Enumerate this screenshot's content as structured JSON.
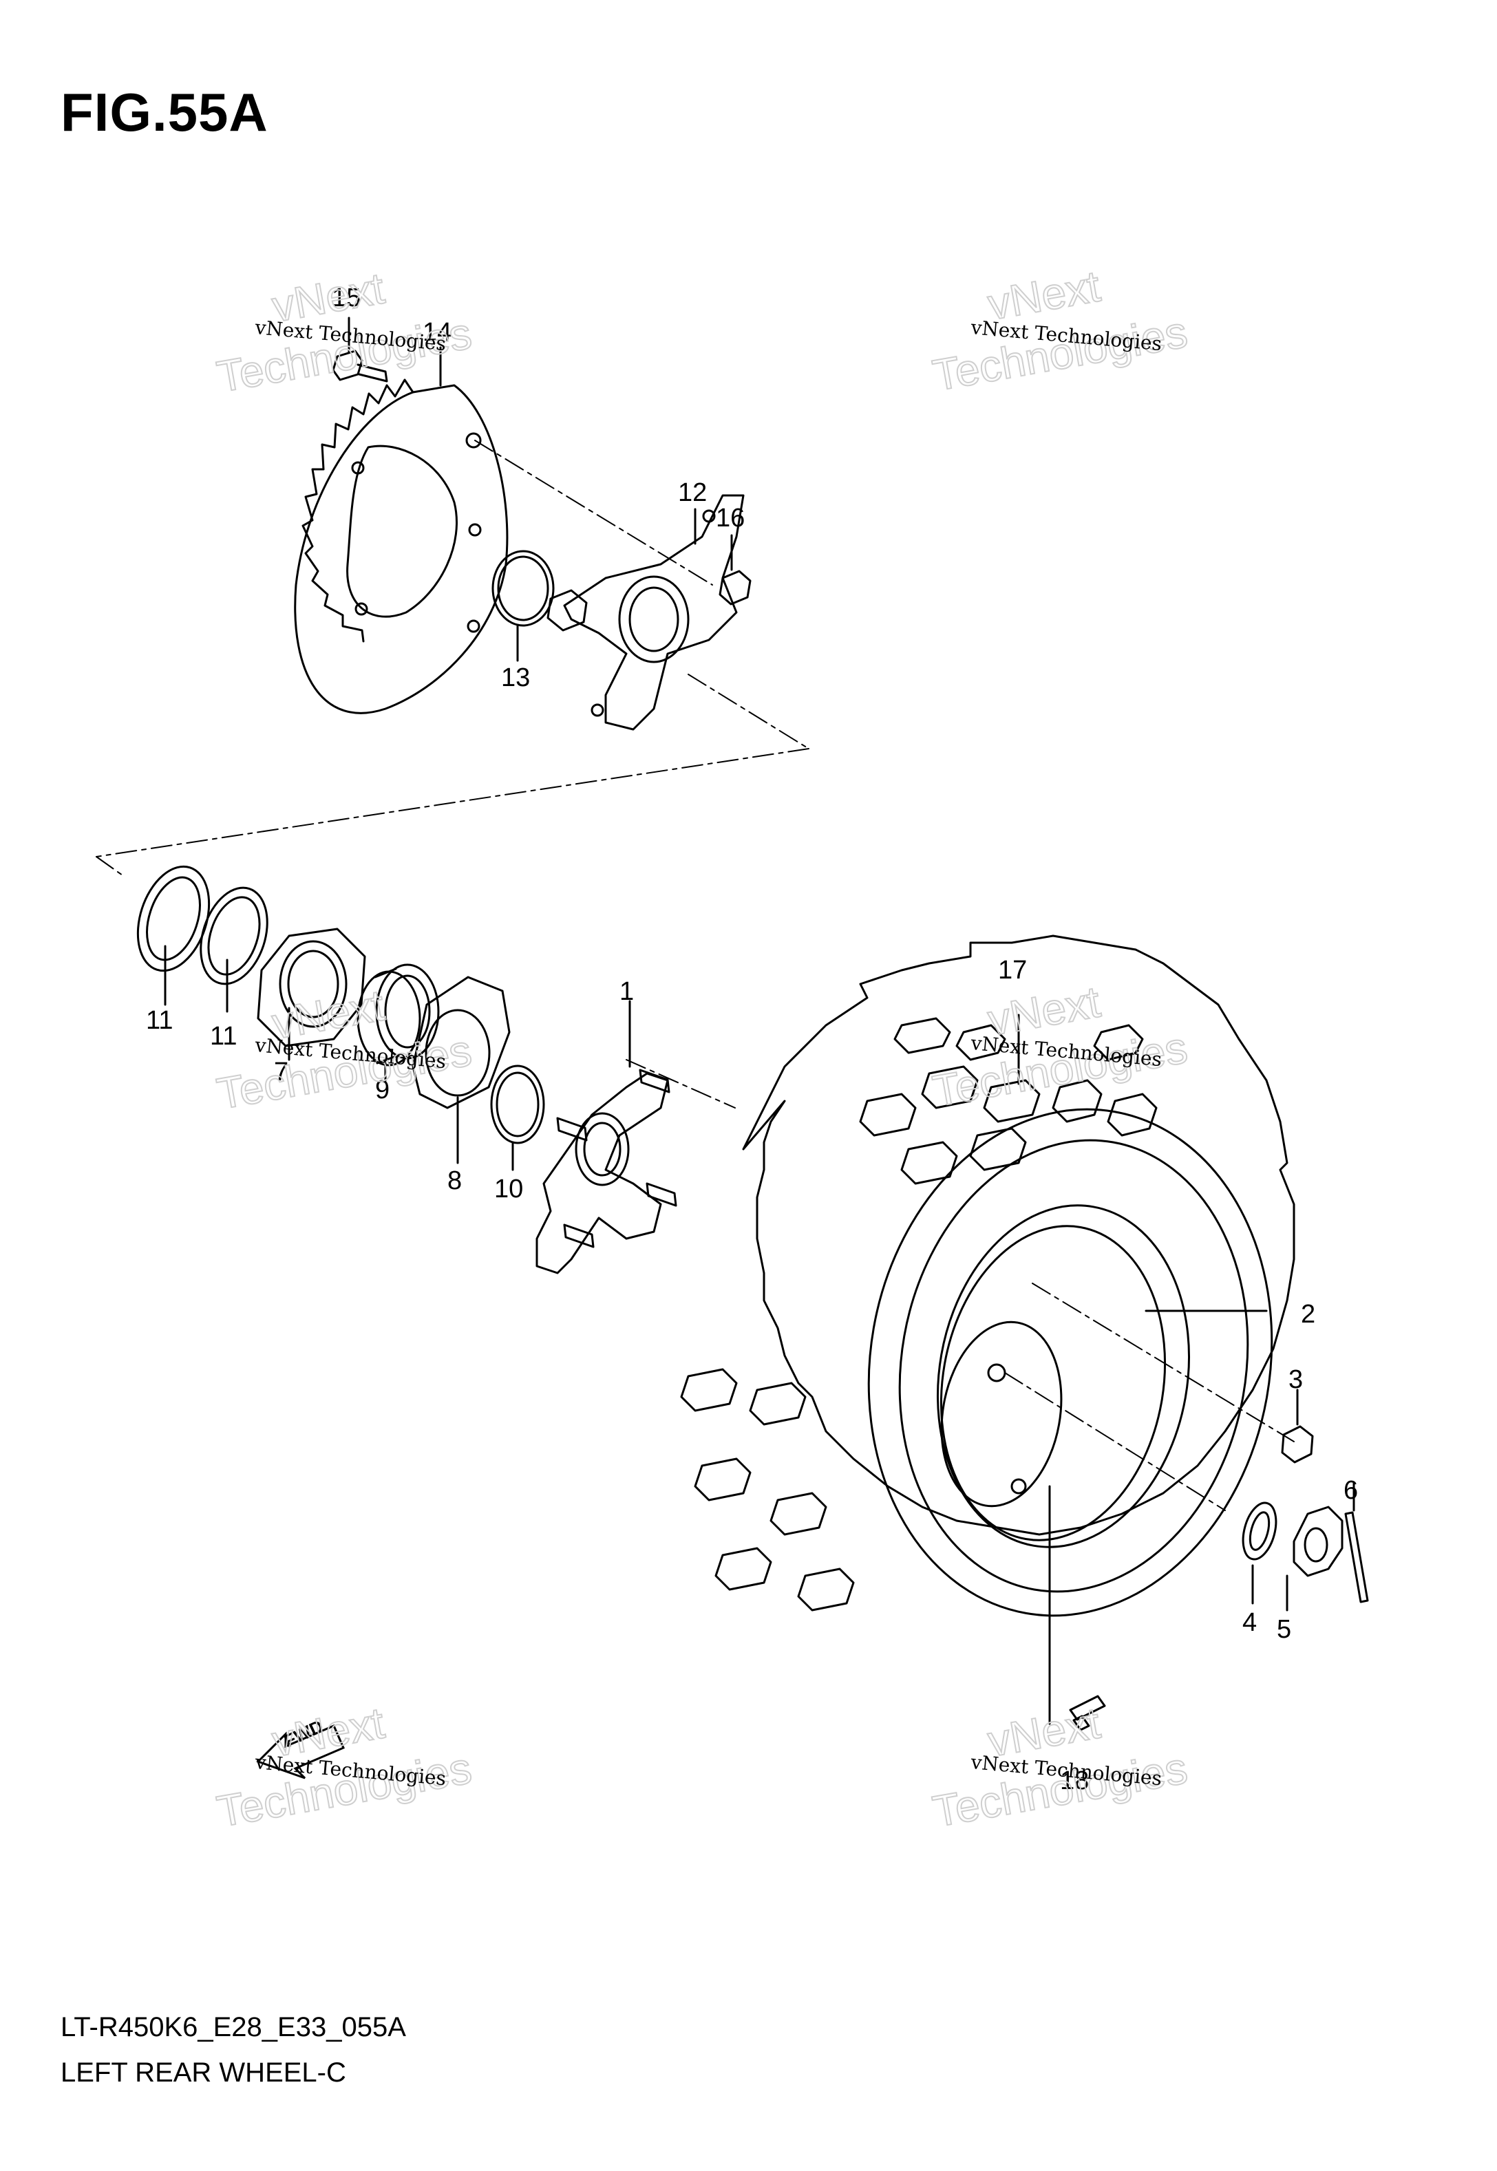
{
  "figure": {
    "title": "FIG.55A",
    "model_code": "LT-R450K6_E28_E33_055A",
    "caption": "LEFT REAR WHEEL-C"
  },
  "callouts": [
    "1",
    "2",
    "3",
    "4",
    "5",
    "6",
    "7",
    "8",
    "9",
    "10",
    "11",
    "11",
    "12",
    "13",
    "14",
    "15",
    "16",
    "17",
    "18"
  ],
  "direction_marker": "FWD",
  "watermark": {
    "brand": "vNext",
    "small": "vNext Technologies",
    "big": "Technologies"
  }
}
